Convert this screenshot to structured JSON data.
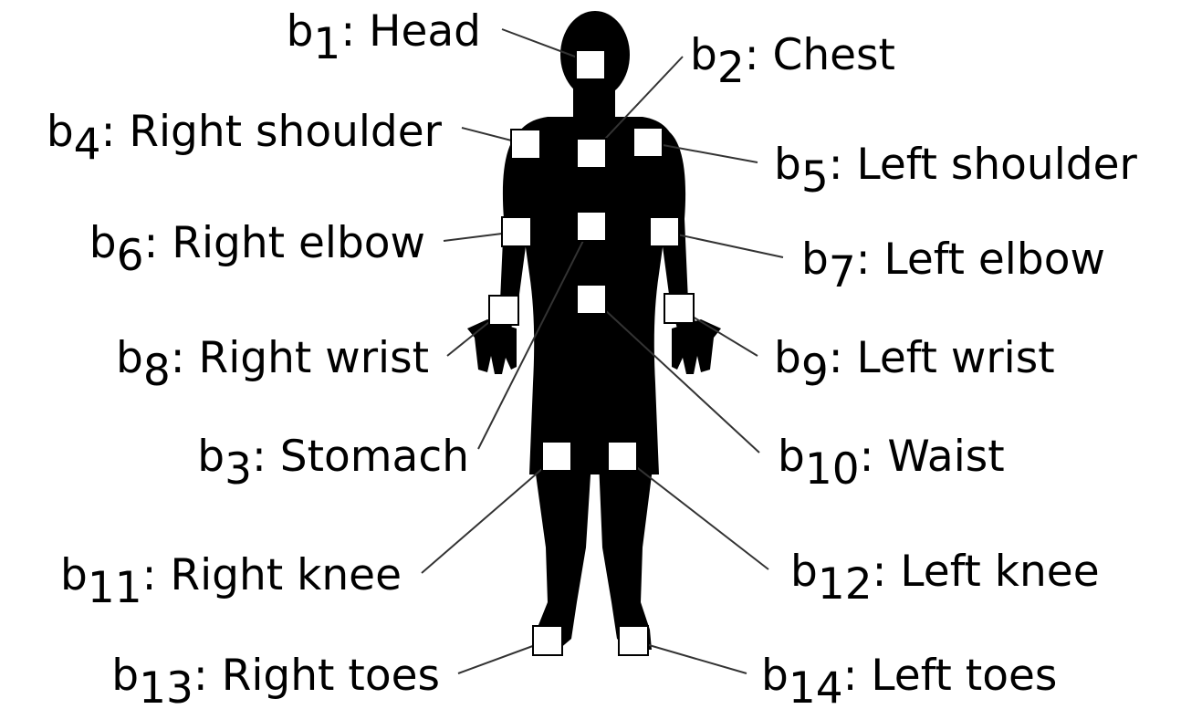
{
  "sensors": [
    {
      "id": "b1",
      "sym": "b",
      "sub": "1",
      "name": ": Head"
    },
    {
      "id": "b2",
      "sym": "b",
      "sub": "2",
      "name": ": Chest"
    },
    {
      "id": "b3",
      "sym": "b",
      "sub": "3",
      "name": ": Stomach"
    },
    {
      "id": "b4",
      "sym": "b",
      "sub": "4",
      "name": ": Right shoulder"
    },
    {
      "id": "b5",
      "sym": "b",
      "sub": "5",
      "name": ": Left shoulder"
    },
    {
      "id": "b6",
      "sym": "b",
      "sub": "6",
      "name": ": Right elbow"
    },
    {
      "id": "b7",
      "sym": "b",
      "sub": "7",
      "name": ": Left elbow"
    },
    {
      "id": "b8",
      "sym": "b",
      "sub": "8",
      "name": ": Right wrist"
    },
    {
      "id": "b9",
      "sym": "b",
      "sub": "9",
      "name": ": Left wrist"
    },
    {
      "id": "b10",
      "sym": "b",
      "sub": "10",
      "name": ": Waist"
    },
    {
      "id": "b11",
      "sym": "b",
      "sub": "11",
      "name": ": Right knee"
    },
    {
      "id": "b12",
      "sym": "b",
      "sub": "12",
      "name": ": Left knee"
    },
    {
      "id": "b13",
      "sym": "b",
      "sub": "13",
      "name": ": Right toes"
    },
    {
      "id": "b14",
      "sym": "b",
      "sub": "14",
      "name": ": Left toes"
    }
  ],
  "colors": {
    "silhouette": "#000000",
    "marker_fill": "#ffffff",
    "leader_line": "#333333"
  }
}
